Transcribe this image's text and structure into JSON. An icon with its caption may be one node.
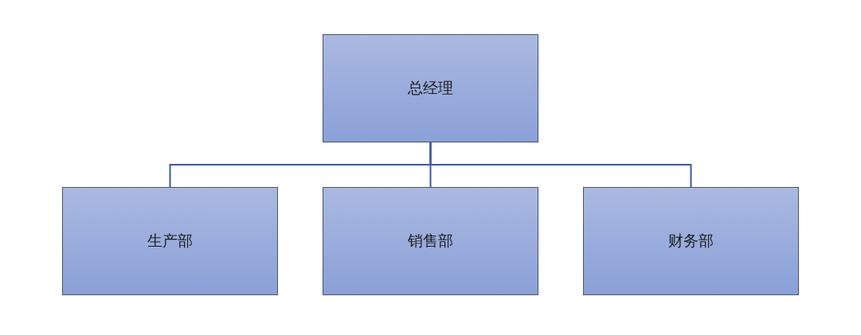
{
  "diagram": {
    "nodes": [
      {
        "text": [
          "总经理"
        ]
      },
      {
        "text": [
          "生产部"
        ]
      },
      {
        "text": [
          "销售部"
        ]
      },
      {
        "text": [
          "财务部"
        ]
      }
    ],
    "edges": [
      {
        "from": 0,
        "to": 1,
        "arrow": "none"
      },
      {
        "from": 0,
        "to": 2,
        "arrow": "none"
      },
      {
        "from": 0,
        "to": 3,
        "arrow": "none"
      }
    ]
  }
}
